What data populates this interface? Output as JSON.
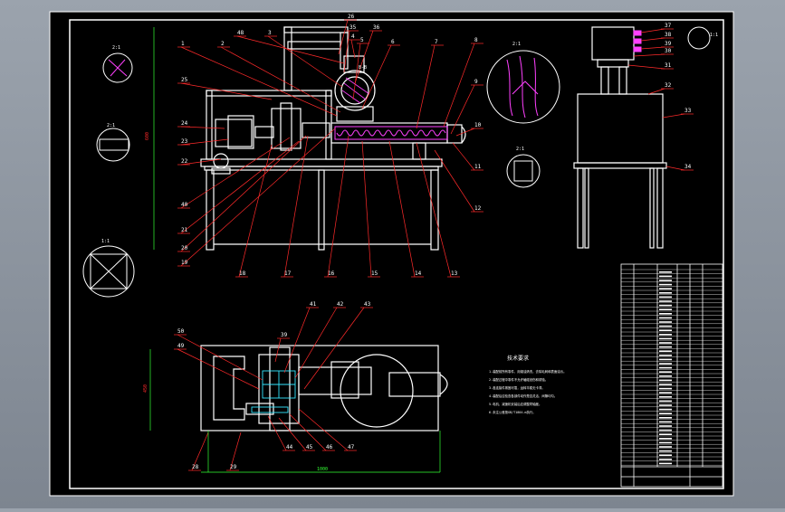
{
  "colors": {
    "viewport": "#a0a8b2",
    "sheet": "#000000",
    "frame": "#ffffff",
    "leader": "#ff2a2a",
    "accent": "#ff40ff",
    "dimension": "#33ff33",
    "note": "#ffffff"
  },
  "balloons": {
    "top": [
      "1",
      "2",
      "48",
      "3",
      "35",
      "36",
      "5",
      "6",
      "7",
      "8",
      "9",
      "10",
      "11",
      "12",
      "13",
      "14",
      "15",
      "16",
      "17",
      "18",
      "19",
      "20",
      "21",
      "40",
      "22",
      "23",
      "24",
      "25",
      "26",
      "4"
    ],
    "bottom": [
      "50",
      "49",
      "39",
      "41",
      "42",
      "43",
      "44",
      "45",
      "46",
      "47",
      "28",
      "29"
    ],
    "right": [
      "37",
      "38",
      "39",
      "30",
      "31",
      "32",
      "33",
      "34"
    ]
  },
  "views": {
    "detail_top_left": "2:1",
    "detail_mid_left": "2:1",
    "detail_bottom_left": "1:1",
    "detail_mid": "2:1",
    "detail_top_right": "2:1",
    "section_top": "B-B",
    "section_right": "1:1"
  },
  "notes": {
    "title": "技术要求",
    "lines": [
      "1.装配前所有零件，用煤油清洗，去除毛刺和表面油污。",
      "2.装配过程中零件不允许磕碰划伤和锈蚀。",
      "3.各连接件紧固可靠，运转平稳无卡滞。",
      "4.装配后应检查各部件动作是否灵活，间隙均匀。",
      "5.电机、减速机安装后应调整同轴度。",
      "6.未注公差按GB/T1804-m执行。"
    ]
  },
  "dimensions": {
    "height_left": "600",
    "length_bottom": "1000",
    "width_bottom": "450"
  }
}
